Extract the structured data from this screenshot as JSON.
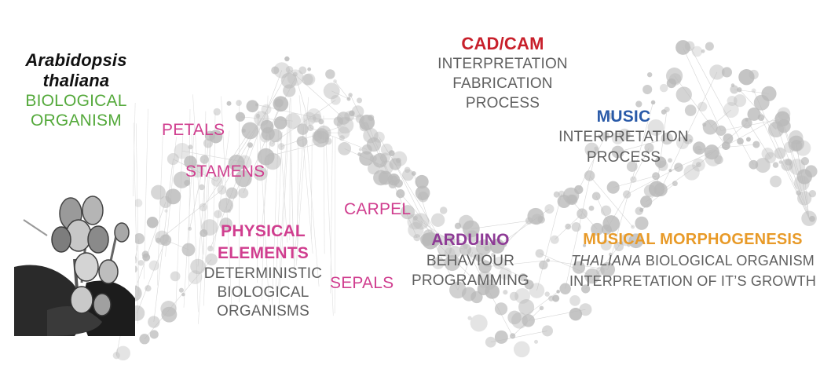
{
  "species": {
    "name_line1": "Arabidopsis",
    "name_line2": "thaliana",
    "type_line1": "BIOLOGICAL",
    "type_line2": "ORGANISM"
  },
  "flower_parts": {
    "petals": "PETALS",
    "stamens": "STAMENS",
    "carpel": "CARPEL",
    "sepals": "SEPALS"
  },
  "physical": {
    "title_line1": "PHYSICAL",
    "title_line2": "ELEMENTS",
    "sub_line1": "DETERMINISTIC",
    "sub_line2": "BIOLOGICAL",
    "sub_line3": "ORGANISMS"
  },
  "cadcam": {
    "title": "CAD/CAM",
    "sub_line1": "INTERPRETATION",
    "sub_line2": "FABRICATION",
    "sub_line3": "PROCESS"
  },
  "music": {
    "title": "MUSIC",
    "sub_line1": "INTERPRETATION",
    "sub_line2": "PROCESS"
  },
  "arduino": {
    "title": "ARDUINO",
    "sub_line1": "BEHAVIOUR",
    "sub_line2": "PROGRAMMING"
  },
  "morphogenesis": {
    "title": "MUSICAL MORPHOGENESIS",
    "sub_line1_italic": "THALIANA",
    "sub_line1_rest": " BIOLOGICAL ORGANISM",
    "sub_line2": "INTERPRETATION OF IT’S GROWTH"
  },
  "colors": {
    "green": "#54a93b",
    "pink": "#d03e8f",
    "red": "#c8202b",
    "blue": "#2a5aa8",
    "purple": "#8e3b96",
    "orange": "#e89a28",
    "gray_text": "#5f5f5f",
    "dots": "#b9b9b9"
  }
}
